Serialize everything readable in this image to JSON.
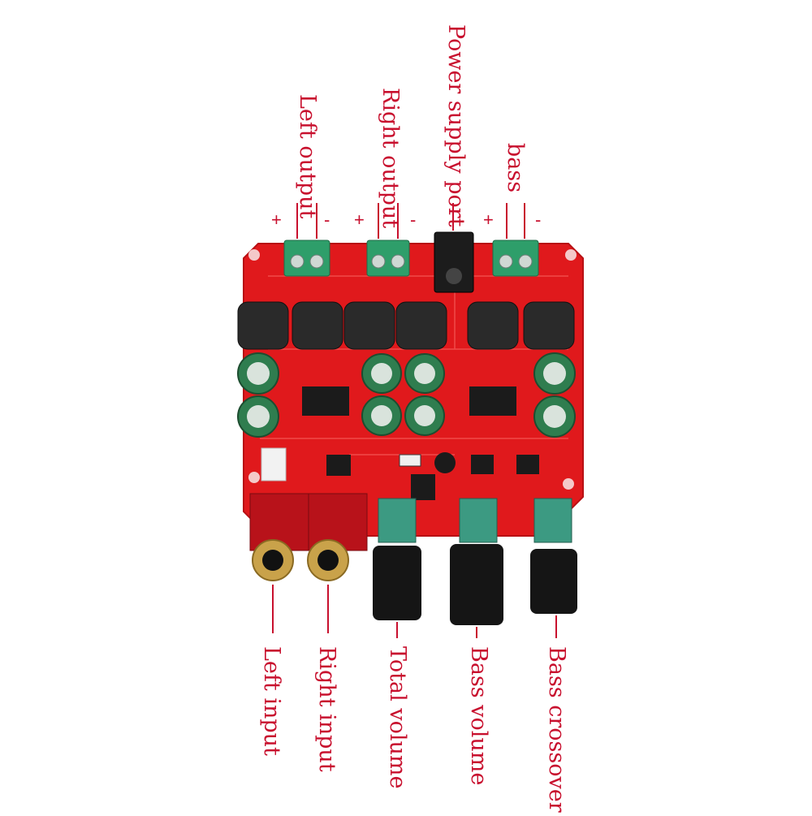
{
  "labels": {
    "left_output": "Left output",
    "right_output": "Right output",
    "power_supply_port": "Power supply port",
    "bass": "bass",
    "left_input": "Left input",
    "right_input": "Right input",
    "total_volume": "Total volume",
    "bass_volume": "Bass volume",
    "bass_crossover": "Bass crossover"
  },
  "signs": {
    "plus": "+",
    "minus": "-"
  },
  "colors": {
    "label": "#c8102e",
    "board": "#e0191c",
    "board_dark": "#b81014",
    "terminal": "#2e9e6a",
    "inductor": "#2a2a2a",
    "capacitor": "#2f7d4f",
    "knob": "#151515",
    "pot": "#3c9a82",
    "rca_gold": "#c9a24a"
  }
}
